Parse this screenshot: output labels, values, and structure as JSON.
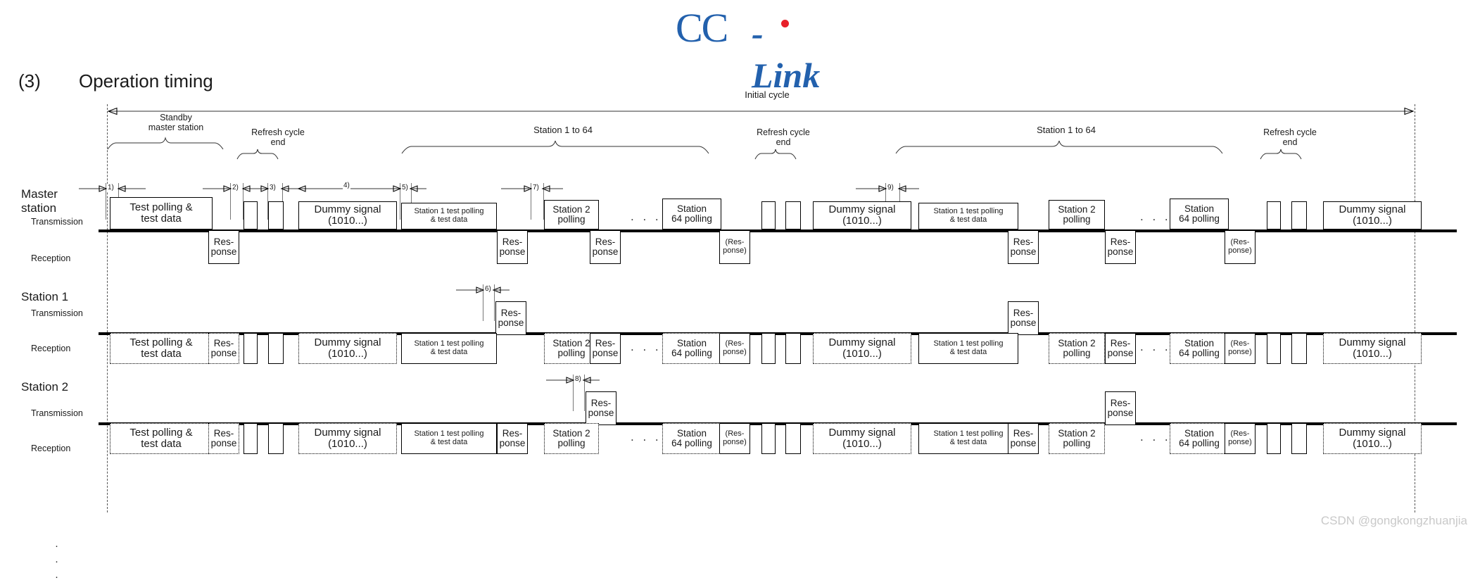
{
  "logo": {
    "cc": "CC",
    "link": "-Link",
    "dot_color": "#e8202a",
    "brand_color": "#2361ad"
  },
  "heading": {
    "number": "(3)",
    "title": "Operation timing"
  },
  "diagram": {
    "top_label": "Initial cycle",
    "braces": [
      {
        "label": "Standby\nmaster station"
      },
      {
        "label": "Refresh cycle\nend"
      },
      {
        "label": "Station 1 to 64"
      },
      {
        "label": "Refresh cycle\nend"
      },
      {
        "label": "Station 1 to 64"
      },
      {
        "label": "Refresh cycle\nend"
      }
    ],
    "brace_labels": {
      "standby_master": "Standby\nmaster station",
      "refresh_cycle_end": "Refresh cycle\nend",
      "station_1_to_64": "Station 1 to 64"
    },
    "markers": [
      "1)",
      "2)",
      "3)",
      "4)",
      "5)",
      "6)",
      "7)",
      "8)",
      "9)"
    ],
    "ellipsis": ". . .",
    "rows": [
      {
        "name": "Master station",
        "sub": [
          "Transmission",
          "Reception"
        ]
      },
      {
        "name": "Station 1",
        "sub": [
          "Transmission",
          "Reception"
        ]
      },
      {
        "name": "Station 2",
        "sub": [
          "Transmission",
          "Reception"
        ]
      }
    ],
    "labels": {
      "test_polling": "Test polling &\ntest data",
      "dummy_signal": "Dummy signal\n(1010...)",
      "station1_test_polling": "Station 1 test polling\n& test data",
      "station2_polling": "Station 2\npolling",
      "station64_polling": "Station\n64 polling",
      "response": "Res-\nponse",
      "response_paren": "(Res-\nponse)"
    },
    "vertical_dots": "·\n·\n·"
  },
  "watermark": "CSDN @gongkongzhuanjia"
}
